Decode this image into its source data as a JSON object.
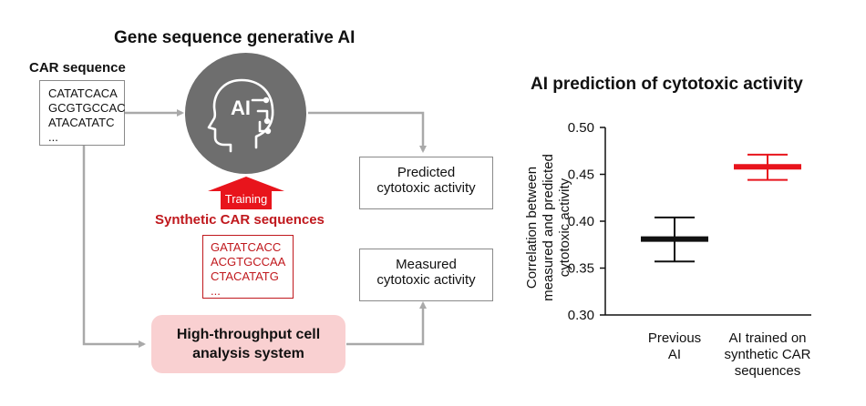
{
  "diagram": {
    "title": "Gene sequence generative AI",
    "car_sequence_label": "CAR sequence",
    "car_sequence_lines": [
      "CATATCACA",
      "GCGTGCCAC",
      "ATACATATC",
      "..."
    ],
    "ai_icon_text": "AI",
    "training_label": "Training",
    "synthetic_label": "Synthetic CAR sequences",
    "synthetic_lines": [
      "GATATCACC",
      "ACGTGCCAA",
      "CTACATATG",
      "..."
    ],
    "predicted_box": [
      "Predicted",
      "cytotoxic activity"
    ],
    "measured_box": [
      "Measured",
      "cytotoxic activity"
    ],
    "htp_box": [
      "High-throughput cell",
      "analysis system"
    ]
  },
  "colors": {
    "accent_red": "#e8141c",
    "dark_red": "#c0181d",
    "ai_circle": "#6e6e6e",
    "htp_fill": "#f9d0d1",
    "arrow_gray": "#a9a9a9"
  },
  "chart_data": {
    "type": "error-bar",
    "title": "AI prediction of cytotoxic activity",
    "ylabel": "Correlation between measured and predicted cytotoxic activity",
    "ylabel_lines": [
      "Correlation between",
      "measured and predicted",
      "cytotoxic activity"
    ],
    "ylim": [
      0.3,
      0.5
    ],
    "yticks": [
      "0.30",
      "0.35",
      "0.40",
      "0.45",
      "0.50"
    ],
    "categories": [
      "Previous AI",
      "AI trained on synthetic CAR sequences"
    ],
    "category_lines": [
      [
        "Previous",
        "AI"
      ],
      [
        "AI trained on",
        "synthetic CAR",
        "sequences"
      ]
    ],
    "series": [
      {
        "values": [
          0.381,
          0.458
        ],
        "lower": [
          0.357,
          0.444
        ],
        "upper": [
          0.404,
          0.471
        ]
      }
    ],
    "point_colors": [
      "#111111",
      "#e8141c"
    ],
    "grid": false
  }
}
